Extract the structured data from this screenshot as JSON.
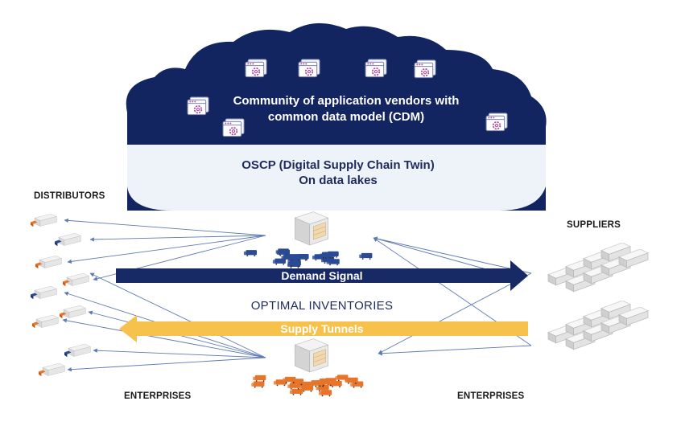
{
  "cloud": {
    "title_line1": "Community of application vendors with",
    "title_line2": "common data model (CDM)",
    "icon": "app-window-gear-icon",
    "fill_color": "#132560"
  },
  "data_lake": {
    "line1": "OSCP (Digital Supply Chain Twin)",
    "line2": "On data lakes",
    "fill_color": "#eef3f9"
  },
  "labels": {
    "distributors": "DISTRIBUTORS",
    "suppliers": "SUPPLIERS",
    "enterprises_left": "ENTERPRISES",
    "enterprises_right": "ENTERPRISES",
    "optimal": "OPTIMAL INVENTORIES"
  },
  "arrows": {
    "demand_signal": {
      "label": "Demand Signal",
      "color": "#172a66",
      "text_color": "#ffffff"
    },
    "supply_tunnels": {
      "label": "Supply Tunnels",
      "color": "#f6c24c",
      "text_color": "#ffffff"
    }
  },
  "hubs": {
    "top_truck_color": "#2a4a96",
    "bottom_truck_color": "#e8742a"
  },
  "icons": {
    "distributor": "truck-icon",
    "warehouse": "warehouse-icon",
    "supplier": "factory-icon"
  },
  "line_color": "#5f7ab3"
}
